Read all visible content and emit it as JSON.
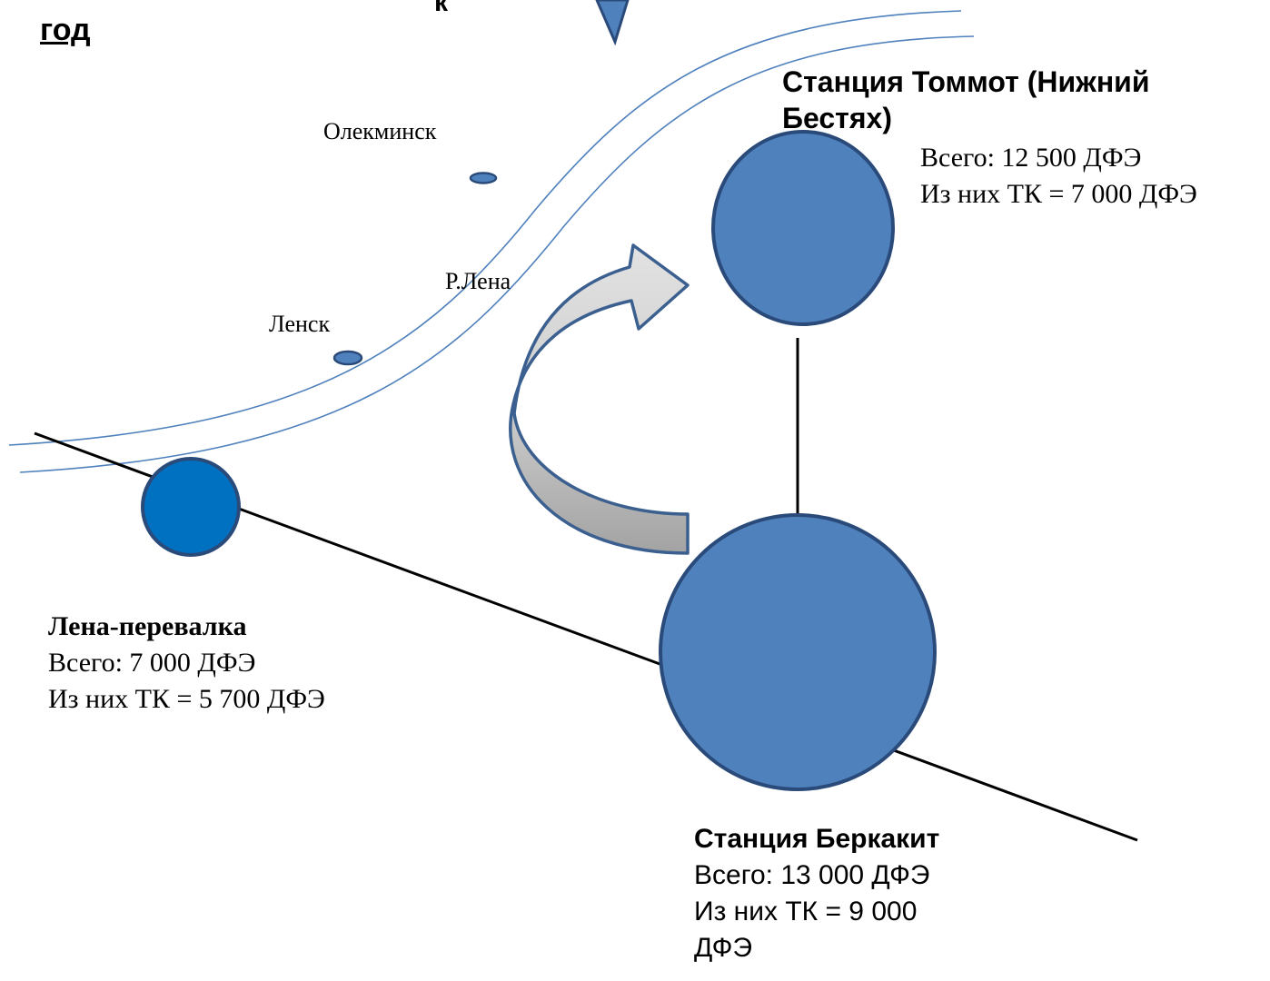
{
  "header": {
    "year_word": "год",
    "fragment": "к"
  },
  "map_labels": {
    "olekminsk": "Олекминск",
    "river": "Р.Лена",
    "lensk": "Ленск"
  },
  "stations": {
    "tommot": {
      "title": "Станция Томмот (Нижний Бестях)",
      "total": "Всего: 12 500 ДФЭ",
      "tk": "Из них ТК = 7 000 ДФЭ"
    },
    "lena": {
      "title": "Лена-перевалка",
      "total": "Всего: 7 000 ДФЭ",
      "tk": "Из них ТК = 5 700 ДФЭ"
    },
    "berkakit": {
      "title": "Станция Беркакит",
      "total": "Всего: 13 000 ДФЭ",
      "tk": "Из них ТК = 9 000 ДФЭ"
    }
  },
  "colors": {
    "station_fill": "#4f81bd",
    "station_stroke": "#2a4a7a",
    "lena_fill": "#0070c0",
    "river_line": "#4f81bd",
    "arrow_light": "#dcdcdc",
    "arrow_dark": "#a6a6a6",
    "arrow_stroke": "#3b5f8f",
    "rail_line": "#000000"
  }
}
